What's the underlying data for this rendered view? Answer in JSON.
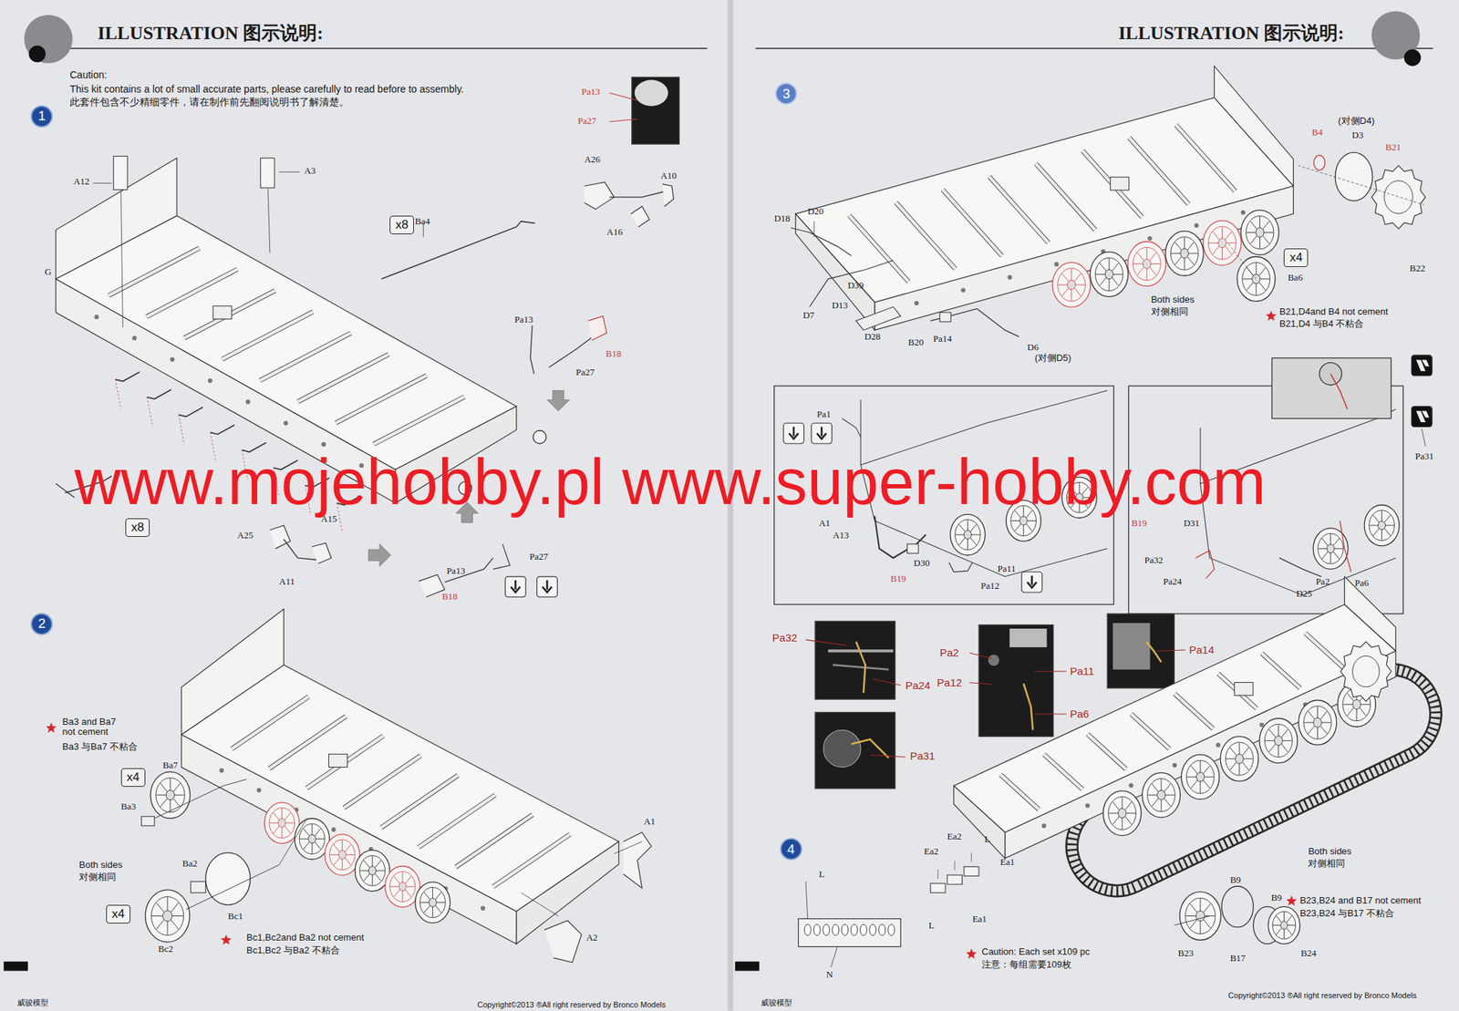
{
  "diagram": {
    "nodes": [
      {
        "text": [
          "1"
        ]
      },
      {
        "text": [
          "x8"
        ]
      },
      {
        "text": [
          "x8"
        ]
      },
      {
        "text": [
          "2"
        ]
      },
      {
        "text": [
          "x4"
        ]
      },
      {
        "text": [
          "x4"
        ]
      },
      {
        "text": [
          "3"
        ]
      },
      {
        "text": [
          "x4"
        ]
      },
      {
        "text": [
          "4"
        ]
      }
    ],
    "labels": [
      "ILLUSTRATION 图示说明:",
      "ILLUSTRATION 图示说明:",
      "Caution:",
      "This kit contains a lot of small accurate parts, please carefully to read before to assembly.",
      "此套件包含不少精细零件，请在制作前先翻阅说明书了解清楚。",
      "Pa13",
      "Pa27",
      "A12",
      "A3",
      "G",
      "Ba4",
      "A26",
      "A10",
      "A16",
      "Pa13",
      "B18",
      "Pa27",
      "B",
      "A15",
      "A25",
      "A11",
      "Pa13",
      "Pa27",
      "B18",
      "Ba3 and Ba7 not cement",
      "Ba3 与Ba7 不粘合",
      "Ba7",
      "Ba3",
      "Both sides",
      "对侧相同",
      "Ba2",
      "Bc1",
      "Bc2",
      "Bc1,Bc2and Ba2 not cement",
      "Bc1,Bc2 与Ba2 不粘合",
      "A1",
      "A2",
      "(对侧D4)",
      "B4",
      "D3",
      "B21",
      "B22",
      "D18",
      "D20",
      "D39",
      "D13",
      "D7",
      "D28",
      "B20",
      "Pa14",
      "D6",
      "(对侧D5)",
      "Both sides",
      "对侧相同",
      "Ba6",
      "B21,D4and B4 not cement",
      "B21,D4 与B4 不粘合",
      "Pa1",
      "A1",
      "A13",
      "B19",
      "D30",
      "Pa11",
      "Pa12",
      "B19",
      "D31",
      "Pa32",
      "Pa24",
      "D25",
      "Pa2",
      "Pa6",
      "Pa31",
      "Pa32",
      "Pa24",
      "Pa2",
      "Pa12",
      "Pa11",
      "Pa6",
      "Pa14",
      "Pa31",
      "L",
      "N",
      "Ea2",
      "Ea2",
      "L",
      "Ea1",
      "L",
      "Ea1",
      "Caution: Each set x109 pc",
      "注意：每组需要109枚",
      "Both sides",
      "对侧相同",
      "B9",
      "B9",
      "B23",
      "B17",
      "B24",
      "B23,B24 and B17 not cement",
      "B23,B24 与B17 不粘合",
      "威骏模型",
      "Copyright©2013 ®All right reserved by Bronco Models",
      "威骏模型",
      "Copyright©2013 ®All right reserved by Bronco Models",
      "www.mojehobby.pl www.super-hobby.com"
    ]
  }
}
